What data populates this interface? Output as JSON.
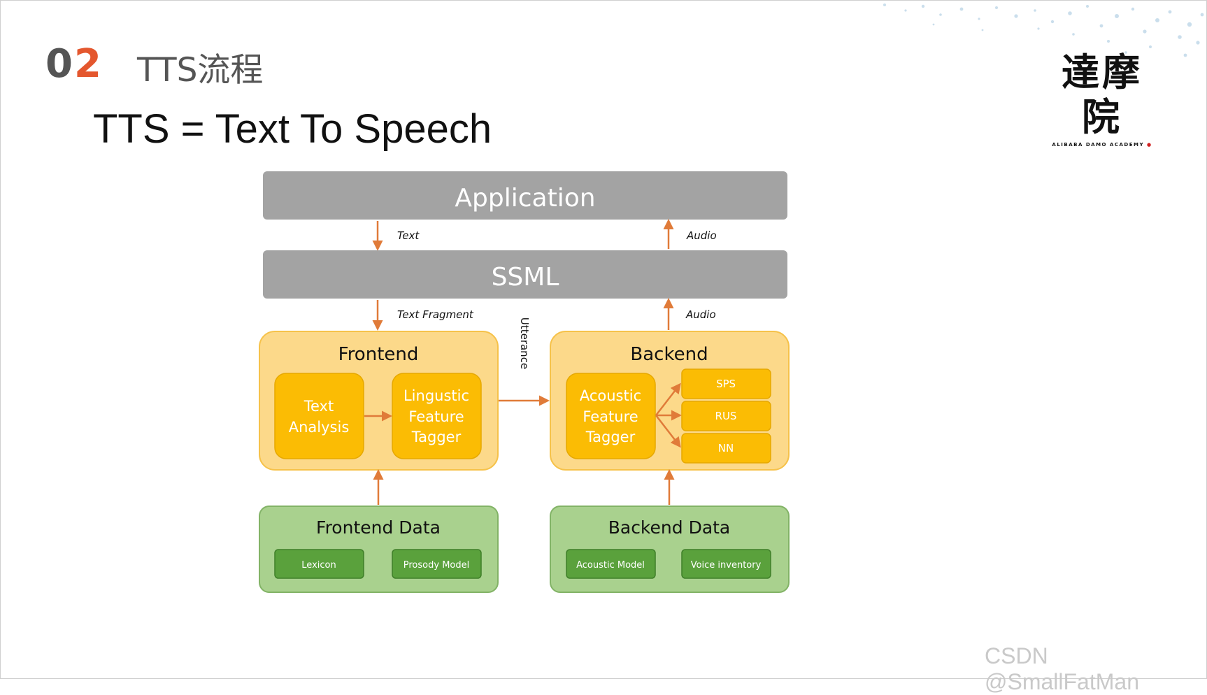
{
  "slide": {
    "section_number_prefix": "0",
    "section_number_accent": "2",
    "section_title": "TTS流程",
    "heading": "TTS = Text To Speech",
    "logo_text": "達摩院",
    "logo_subtext": "ALIBABA DAMO ACADEMY",
    "accent_color": "#e4572e"
  },
  "diagram": {
    "application": "Application",
    "ssml": "SSML",
    "arrow_text": "Text",
    "arrow_audio_top": "Audio",
    "arrow_text_fragment": "Text Fragment",
    "arrow_audio_mid": "Audio",
    "utterance": "Utterance",
    "frontend": {
      "title": "Frontend",
      "text_analysis": [
        "Text",
        "Analysis"
      ],
      "lingustic": [
        "Lingustic",
        "Feature",
        "Tagger"
      ]
    },
    "backend": {
      "title": "Backend",
      "acoustic": [
        "Acoustic",
        "Feature",
        "Tagger"
      ],
      "sps": "SPS",
      "rus": "RUS",
      "nn": "NN"
    },
    "frontend_data": {
      "title": "Frontend Data",
      "lexicon": "Lexicon",
      "prosody": "Prosody Model"
    },
    "backend_data": {
      "title": "Backend Data",
      "acoustic_model": "Acoustic Model",
      "voice_inventory": "Voice inventory"
    },
    "colors": {
      "gray": "#a3a3a3",
      "orange_panel": "#fcd98a",
      "orange_border": "#f6c24a",
      "orange_box": "#fbbc04",
      "green_panel": "#a9d18e",
      "green_border": "#82b366",
      "green_box": "#5aa13c",
      "arrow": "#e07b39"
    }
  },
  "watermark": "CSDN @SmallFatMan"
}
